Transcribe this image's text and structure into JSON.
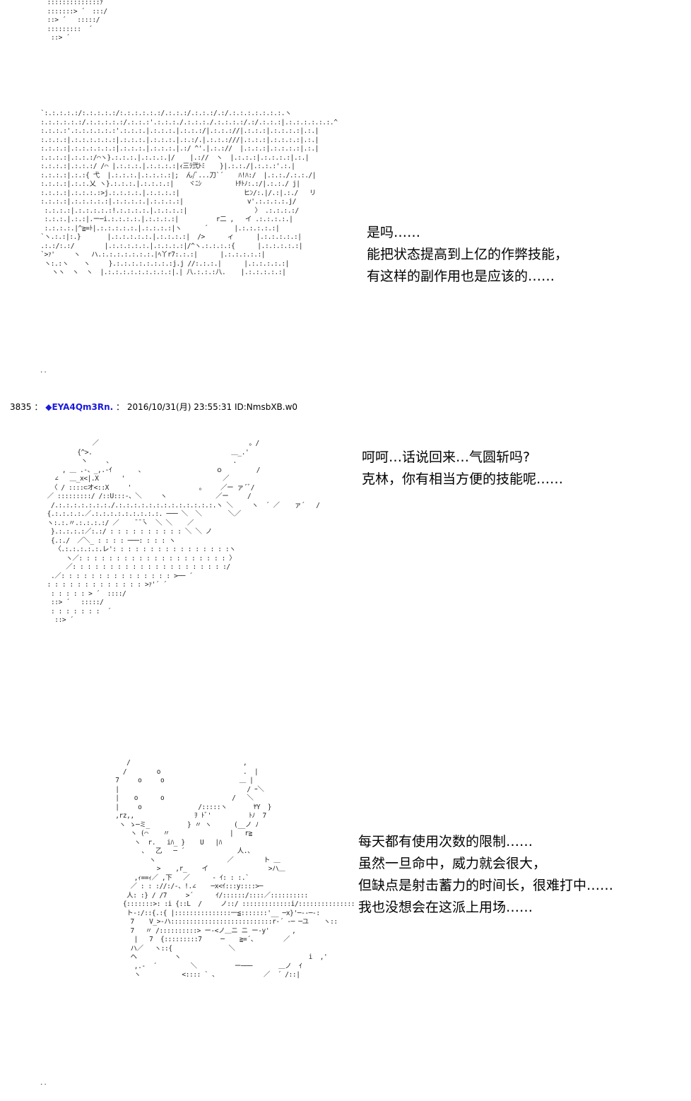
{
  "post": {
    "number": "3835",
    "separator1": "：",
    "name": "◆EYA4Qm3Rn.",
    "separator2": "：",
    "datetime": "2016/10/31(月) 23:55:31",
    "id": "ID:NmsbXB.w0"
  },
  "panels": [
    {
      "lines": [
        "是吗……",
        "能把状态提高到上亿的作弊技能，",
        "有这样的副作用也是应该的……"
      ]
    },
    {
      "lines": [
        "呵呵…话说回来…气圆斩吗?",
        "克林，你有相当方便的技能呢……"
      ]
    },
    {
      "lines": [
        "每天都有使用次数的限制……",
        "虽然一旦命中，威力就会很大，",
        "但缺点是射击蓄力的时间长，很难打中……",
        "我也没想会在这派上用场……"
      ]
    }
  ],
  "ascii_art": {
    "top_fragment": "  ::::::::::::::ｧ\n  :::::::> ´  :::/\n  ::> ´   :::::/\n  :::::::::  ´\n   ::> ´",
    "panel1": " `:.:.:.:.:/:.:.:.:.:/:.:.:.:.:.:/.:.:.:/.:.:.:/.:/.:.:.:.:.:.:.:.ヽ\n :.:.:.:.:.:/.:.:.:.:.:/.:.:.:'.:.:.:./.:.:.:./.:.:.:.:/.:/.:.:.:|.:.:.:.:.:.:.^\n :.:.:.:'.:.:.:.:.:.:'.:.:.:.|.:.:.:.|.:.:.:/|.:.:.://|.:.:.:|.:.:.:.:|.:.|\n :.:.:.:|.:.:.:.:.:.:|.:.:.:.|.:.:.:.|.:.:/.|.:.:.:///|.:.:.:|.:.:.:.:|.:.|\n :.:.:.:|.:.:.:.:.:.:|.:.:.:.|.:.:.:.|.:/ ^'.|.:.://  |.:.:.:|.:.:.:.:|.:.|\n :.:.:.:|.:.:.:/⌒ヽ}.:.:.:.|.:.:.:.|/    |.://  ヽ  |.:.:.:|.:.:.:.:|.:.|\n :.:.:.:|.:.:.:/ /⌒ |.:.:.:.|.:.:.:.:|ｨ三ﾗ弐ﾄﾐ    }|.:.:./|.:.:.:'.:.|\n :.:.:.:|.:.:{ 弋  |.:.:.:.|.:.:.:.:|;  ん/ﾞ...刀`´    ﾊ!ﾊ:/  |.:.:./.:.:./|\n :.:.:.:|.:.:.乂 ヽ}.:.:.:.|.:.:.:.:|    ヾﾆｼ         ﾄﾁﾄﾉ:.:/|.:.:./ j|\n :.:.:.:|.:.:.:.:>j.:.:.:.:.|.:.:.:.:|                 ヒﾝ/:.|/.:|.:./   リ\n :.:.:.:|.:.:.:.:.:|.:.:.:.:.|.:.:.:.:|                 v'.:.:.:.:.j/\n  :.:.:.:|.:.:.:.:.:!.:.:.:.:.|.:.:.:.:|                  〉 .:.:.:.:/\n  :.:.:.|.:.:|.ー─i.:.:.:.:.|.:.:.:.:|          r二 ,   イ .:.:.:.:.|\n  :.:.:.:.|^≧=ﾄ|.:.:.:.:.:.|.:.:.:.:|ヽ      ´       |.:.:.:.:.:|\n `ヽ.:.:|:.}       |.:.:.:.:.:.|.:.:.:.:|  />      ィ      |.:.:.:.:.:|\n .:.:/:.:/        |.:.:.:.:.:.|.:.:.:.:|/^ヽ.:.:.:.:{      |.:.:.:.:.:|\n `>ｧ'     ヽ   ハ.:.:.:.:.:.:.:.|ﾍ丫r7:.:.:|      |.:.:.:.:.:|\n  ヽ:.:ヽ    ヽ     }.:.:.:.:.:.:.:.:j.j //:.:.:.|      |.:.:.:.:.:|\n    ヽヽ  ヽ  ヽ  |.:.:.:.:.:.:.:.:.:|.| 八.:.:.:八.    |.:.:.:.:.:|",
    "panel2": "              ／                                        。/\n          {^>.                                     ＿_.'\n           ヽ     、                                .\n      , ＿ .-、_,.-ｲ       、                   ｏ         /\n    ∠   ＿_x<|.X      '                          ／\n   〈 / ::::⊂オ<::X     '                  。    ／ー ァ´ﾞ/\n  ／ :::::::::/ /::U:::-、＼     ヽ             ／ー     /\n   /.:.:.:.:.:.:.:./.:.:.:.:.:.:.:.:.:.:.:.:.:.ヽ ＼     ヽ  ´ ／    ァ´   /\n  {.:.:.:.:.／.:.:.:.:.:.:.:.:.:. ─── ＼  ＼       ＼／\n  ヽ:.:.〃.:.:.:.:/ ／    ̄ ̄ ̄ヽ  ＼ ＼    ／\n   }.:.:.:.:／:.:/ : : : : : : : : : : ＼ ＼ ノ\n   {.:./  ／＼_ : : : : ───: : : : ヽ\n    〈.:.:.:.:.:.レ': : : : : : : : : : : : : : : :ヽ\n       ヽ／: : : : : : : : : : : : : : : : : : : : 〉\n       ／: : : : : : : : : : : : : : : : : : : : :/\n   .／: : : : : : : : : : : : : : : >── ´\n  : : : : : : : : : : : : : >ｧ'´ ´\n   : : : : : > ´  ::::/\n   ::> ´   :::::/\n   : : : : : : :  ´\n    ::> ´",
    "panel3": "             /                              ,\n            /        o                      .  |\n          7     o     o                    ＿ |\n          |                                  / ｰ＼\n          |    o      o                  /   ＼\n          |     o               /:::::ヽ       ﾔY  }\n          ,rz,,                ｦ ﾄﾞ'          ﾄﾉ  7\n           ヽ ゝ─ミ_          } 〃 ヽ      (__ノ ﾉ\n              ヽ (⌒    〃                |   r≧\n               ヽ  r.   iﾊ_ }    U   |ﾊ\n                 、  乙   ─ ´              人.、\n                   ヽ                   ／        ト ＿\n                     >    ,r_    イ                >ハ＿\n               ,ｨ==ｨ／ ,下   ／      - ｲ: : :.`\n              ／ : : ://:/-、!.∠    ─x<ｲ:::y::::>─\n             人: :} / /7     >´      ｲ/::::::/::::／::::::::::\n            {:::::::>: :i {::L  /     ノ::/ :::::::::::::i/:::::::::::::::\n             ト-:/::{.:{ |:::::::::::::::一≦:::::::'__ ─x}'─--─-:\n              7    V_>-ハ:::::::::::::::::::::::::::r-´ -─ ─ユ    ヽ::\n              7   〃 /::::::::::> ー-<ノ＿ニ ニ ー-y'      ,\n               |   7  {:::::::::7     ─    ≧=´、       ／\n              ハ／   ヽ::{               ＼\n              ヘ          ヽ                                  i  ,'\n               ,.-  ´         ＼          ー───       ＿ノ  ｲ\n               ヽ           <:::: ` 、            ／  ´ /::|"
  }
}
